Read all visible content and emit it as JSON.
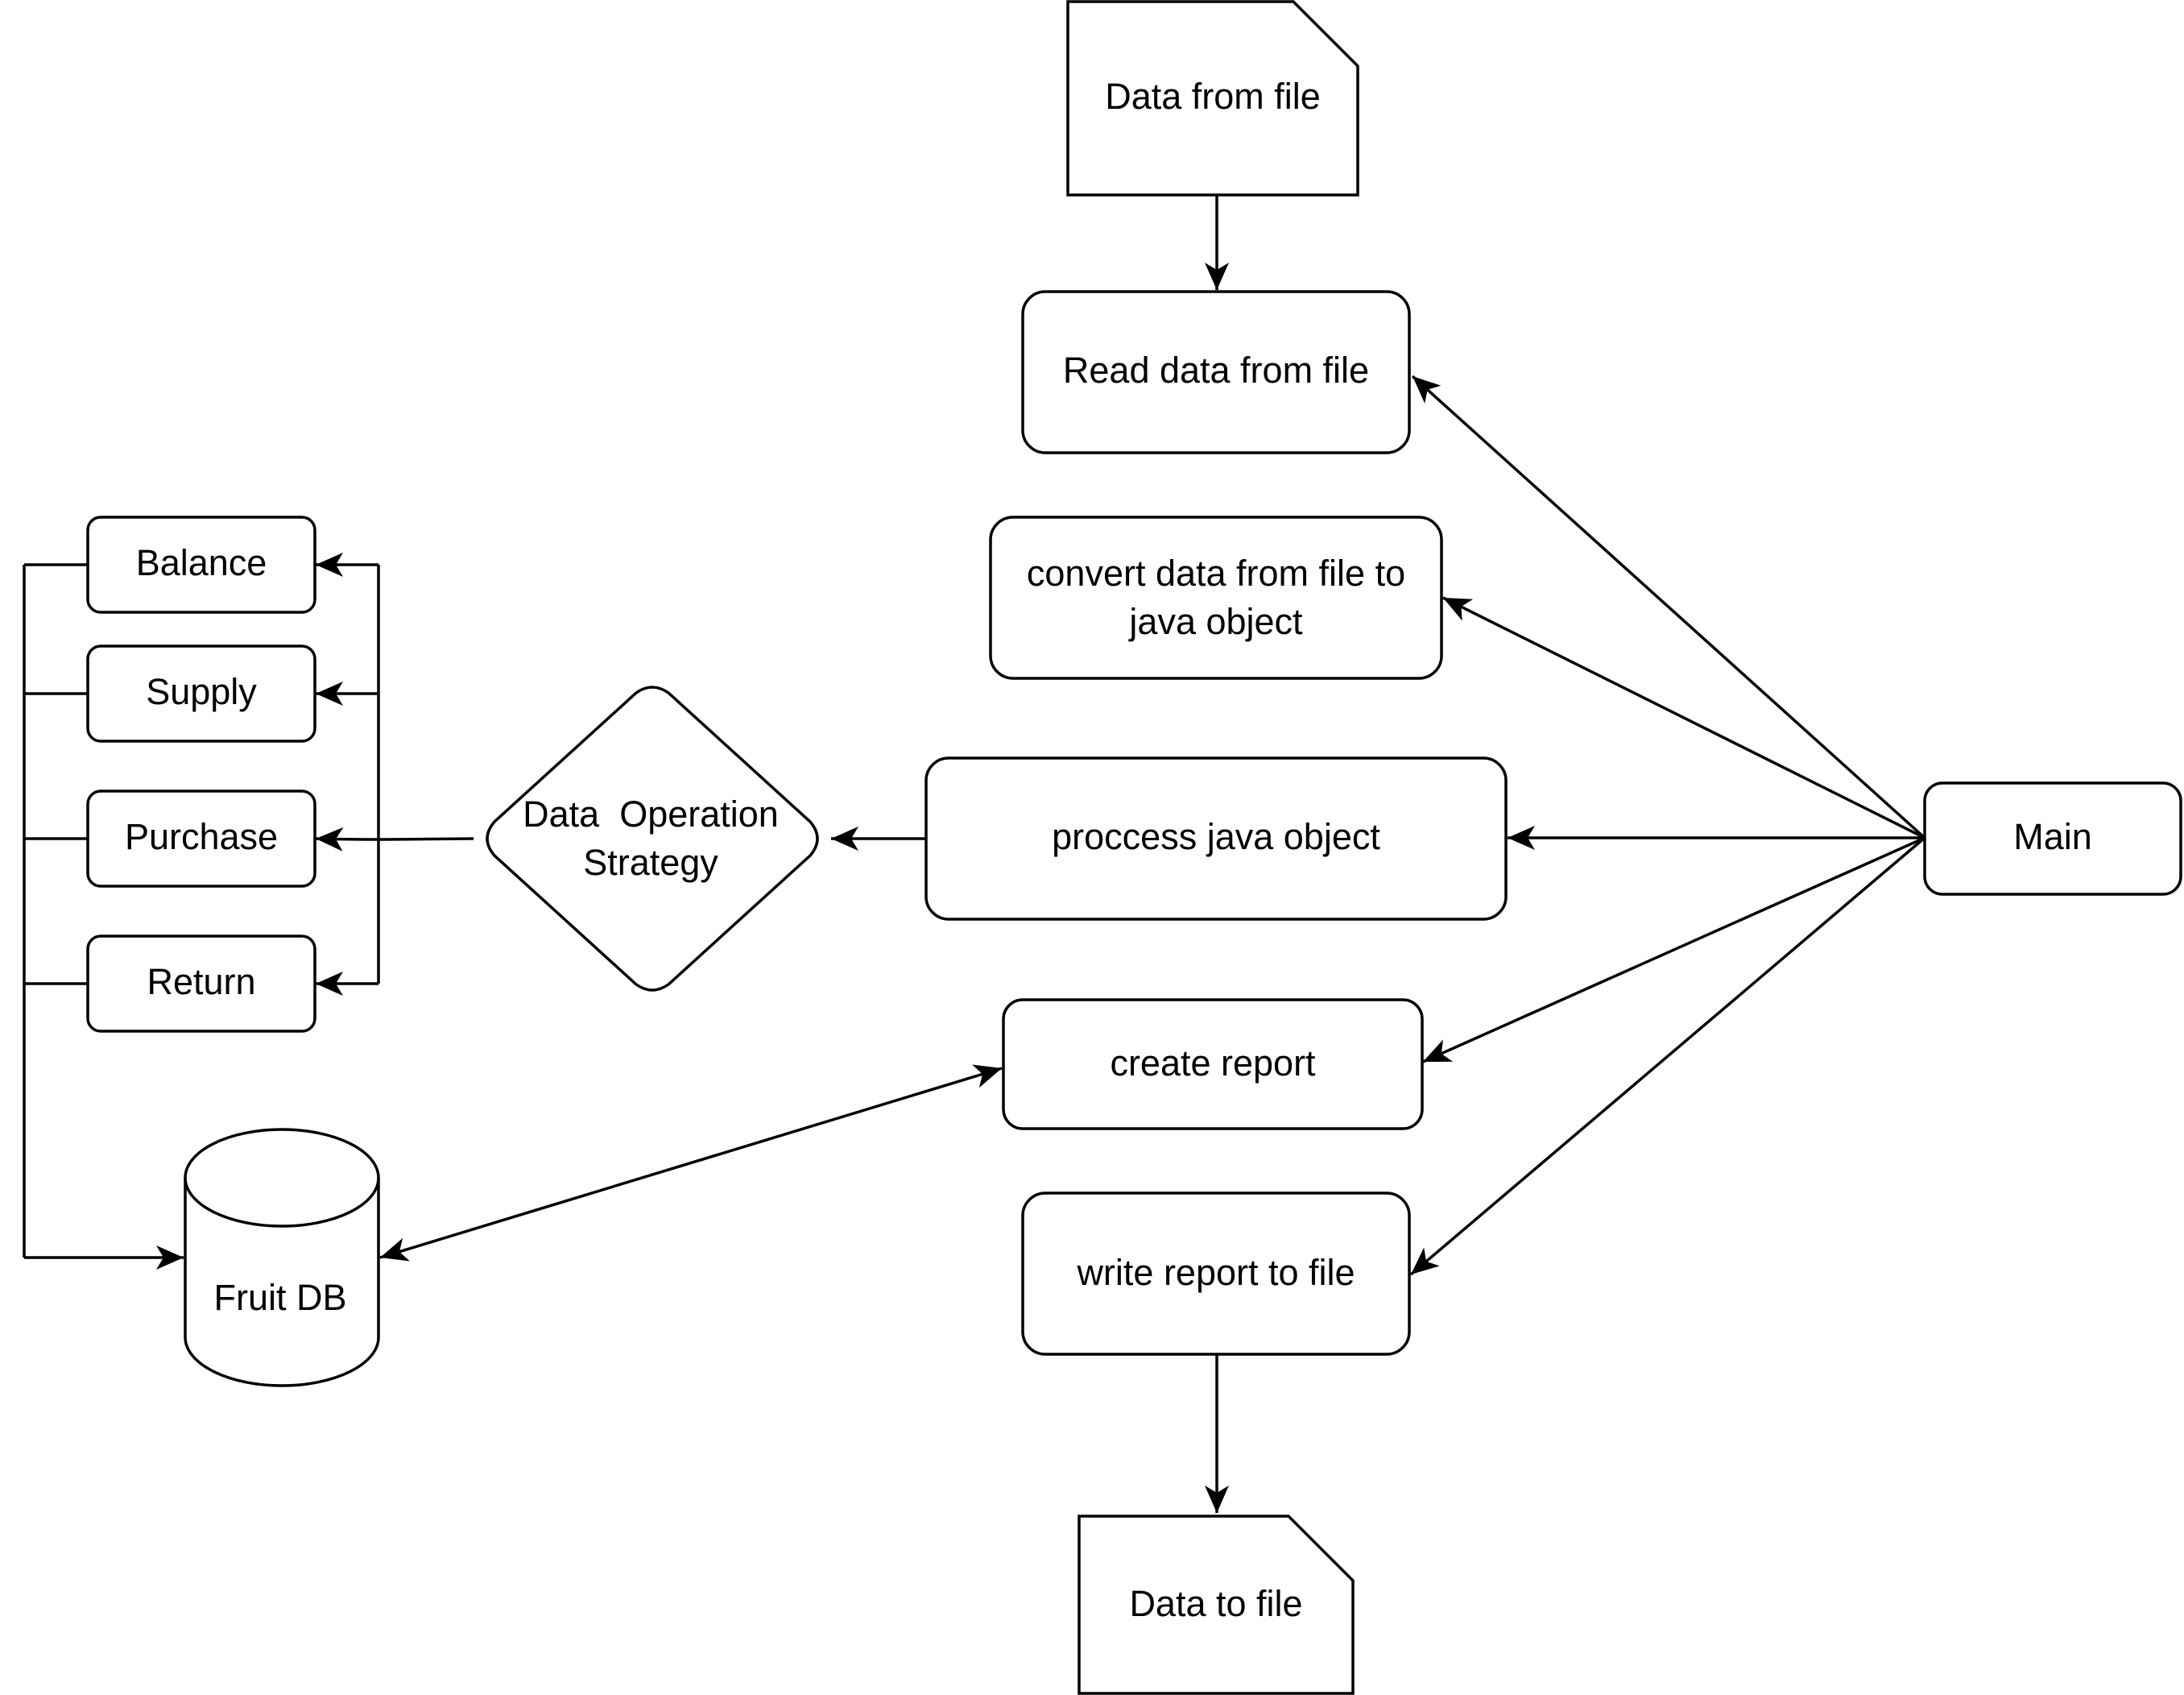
{
  "nodes": {
    "data_from_file": "Data from file",
    "read_data": "Read data from file",
    "convert_line1": "convert data from file to",
    "convert_line2": "java object",
    "process": "proccess java object",
    "strategy_line1": "Data  Operation",
    "strategy_line2": "Strategy",
    "main": "Main",
    "create_report": "create report",
    "write_report": "write report to file",
    "data_to_file": "Data to file",
    "balance": "Balance",
    "supply": "Supply",
    "purchase": "Purchase",
    "return": "Return",
    "fruit_db": "Fruit DB"
  },
  "colors": {
    "stroke": "#000000",
    "fill": "#ffffff",
    "background": "#ffffff"
  }
}
